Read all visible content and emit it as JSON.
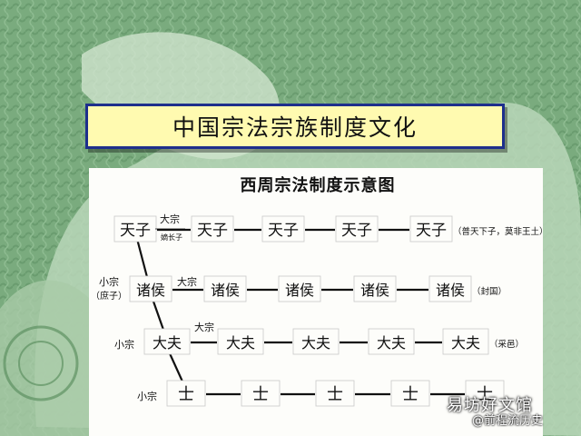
{
  "slide_title": "中国宗法宗族制度文化",
  "diagram_title": "西周宗法制度示意图",
  "rows": [
    {
      "nodes": [
        "天子",
        "天子",
        "天子",
        "天子",
        "天子"
      ],
      "note": "（普天下子，莫非王土）"
    },
    {
      "nodes": [
        "诸侯",
        "诸侯",
        "诸侯",
        "诸侯",
        "诸侯"
      ],
      "note": "（封国）"
    },
    {
      "nodes": [
        "大夫",
        "大夫",
        "大夫",
        "大夫",
        "大夫"
      ],
      "note": "（采邑）"
    },
    {
      "nodes": [
        "士",
        "士",
        "士",
        "士",
        "士"
      ],
      "note": ""
    }
  ],
  "labels": {
    "dazong": "大宗",
    "dizhangzi": "嫡长子",
    "xiaozong": "小宗",
    "shuzi": "（庶子）"
  },
  "watermark": {
    "line1": "易坊好文馆",
    "line2": "@前程流历史"
  }
}
